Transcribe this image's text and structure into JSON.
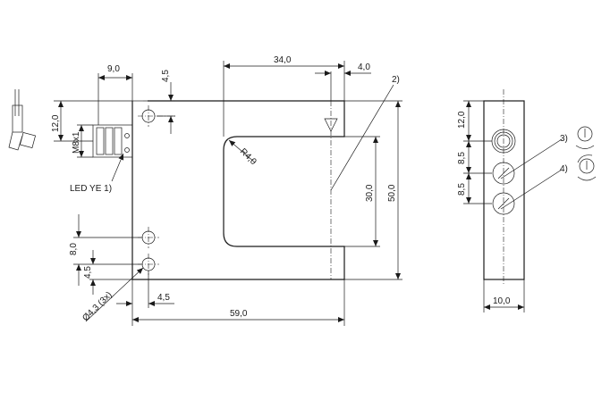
{
  "dimensions": {
    "top_width": "9,0",
    "top_height": "4,5",
    "slot_width": "34,0",
    "right_gap": "4,0",
    "left_height": "12,0",
    "thread": "M8x1",
    "radius": "R4,0",
    "slot_depth": "30,0",
    "total_height": "50,0",
    "hole_spacing": "8,0",
    "hole_edge": "4,5",
    "hole_diameter": "Ø4,3 (3x)",
    "bottom_edge": "4,5",
    "total_width": "59,0",
    "side_top": "12,0",
    "side_spacing_1": "8,5",
    "side_spacing_2": "8,5",
    "side_width": "10,0"
  },
  "callouts": {
    "led": "LED YE 1)",
    "note_2": "2)",
    "note_3": "3)",
    "note_4": "4)"
  }
}
